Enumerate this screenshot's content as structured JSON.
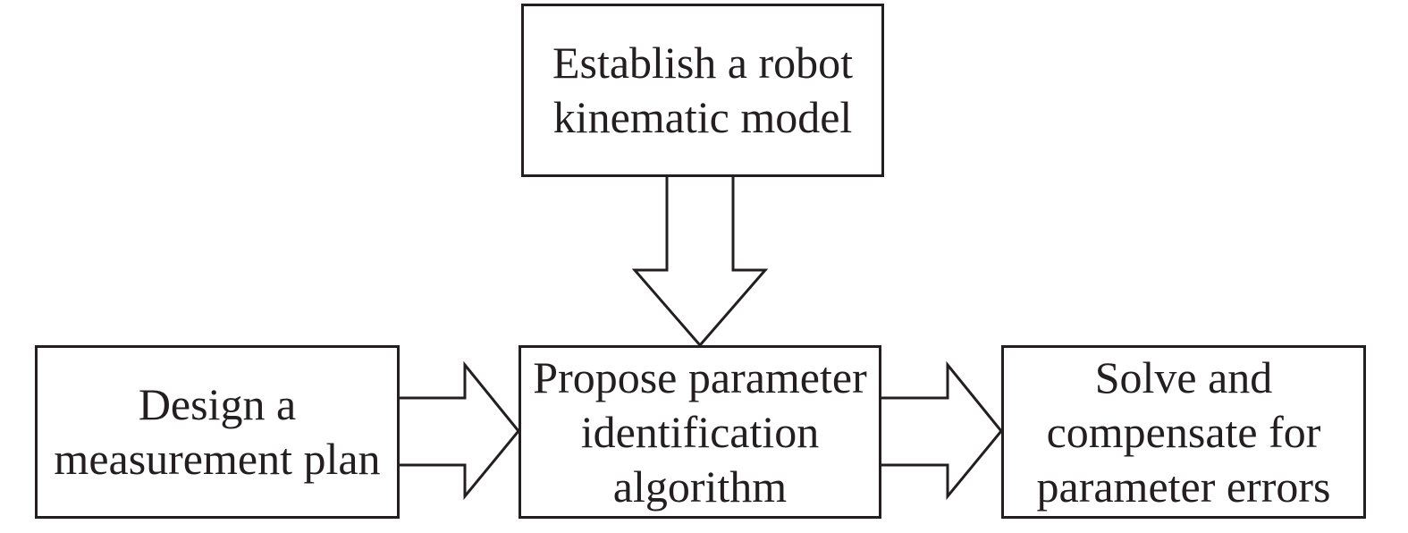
{
  "diagram": {
    "nodes": {
      "top": {
        "lines": [
          "Establish a robot",
          "kinematic model"
        ]
      },
      "left": {
        "lines": [
          "Design a",
          "measurement plan"
        ]
      },
      "center": {
        "lines": [
          "Propose parameter",
          "identification",
          "algorithm"
        ]
      },
      "right": {
        "lines": [
          "Solve and",
          "compensate for",
          "parameter errors"
        ]
      }
    },
    "edges": [
      {
        "from": "top",
        "to": "center"
      },
      {
        "from": "left",
        "to": "center"
      },
      {
        "from": "center",
        "to": "right"
      }
    ],
    "colors": {
      "stroke": "#231f20",
      "fill": "#ffffff"
    }
  }
}
